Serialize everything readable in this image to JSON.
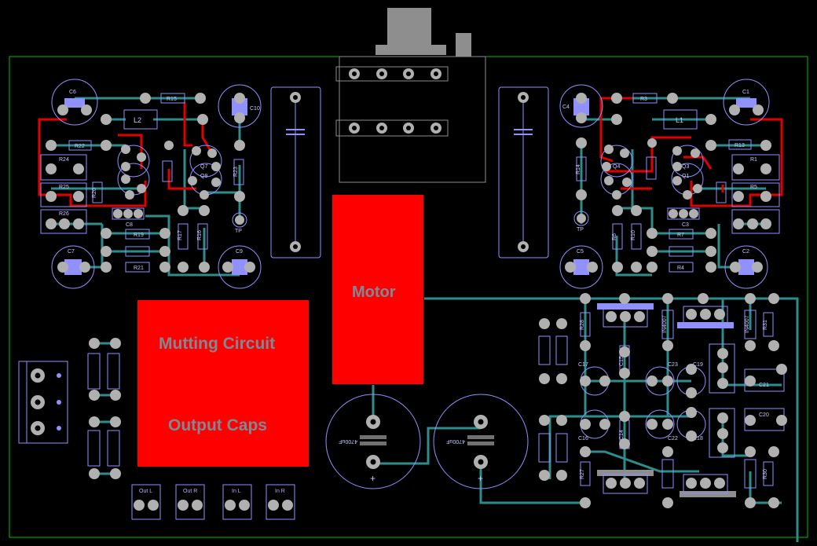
{
  "blocks": {
    "motor": "Motor",
    "mutting": "Mutting Circuit",
    "output_caps": "Output Caps"
  },
  "connectors": [
    "Out L",
    "Out R",
    "In L",
    "In R"
  ],
  "labels_left": {
    "c6": "C6",
    "r15": "R15",
    "c10": "C10",
    "l2": "L2",
    "r22": "R22",
    "r24": "R24",
    "r25": "R25",
    "r26": "R26",
    "r20": "R20",
    "r19": "R19",
    "r21": "R21",
    "r17": "R17",
    "r16": "R16",
    "c7": "C7",
    "c9": "C9",
    "q7": "Q7",
    "q8": "Q8",
    "r23": "R23",
    "tp": "TP",
    "c8": "C8"
  },
  "labels_right": {
    "c4": "C4",
    "r3": "R3",
    "c1": "C1",
    "l1": "L1",
    "r13": "R13",
    "r1": "R1",
    "r5": "R5",
    "r14": "R14",
    "q3": "Q3",
    "q4": "Q4",
    "q1": "Q1",
    "r7": "R7",
    "r6": "R6",
    "r10": "R10",
    "r4": "R4",
    "c5": "C5",
    "c2": "C2",
    "tp": "TP",
    "c3": "C3"
  },
  "labels_psu": {
    "r28": "R28",
    "r31": "R31",
    "r27": "R27",
    "r30": "R30",
    "c15": "C15",
    "c14": "C14",
    "c17": "C17",
    "c16": "C16",
    "c23": "C23",
    "c22": "C22",
    "c19": "C19",
    "c18": "C18",
    "c21": "C21",
    "c20": "C20",
    "u2": "IN4007",
    "u1": "IN4007",
    "big_cap": "4700uF"
  },
  "colors": {
    "board_outline": "#00c000",
    "pad": "#b0b0b0",
    "trace_teal": "#2e8c8c",
    "trace_red": "#e00000",
    "silk": "#9090ff",
    "block_red": "#ff0000"
  }
}
